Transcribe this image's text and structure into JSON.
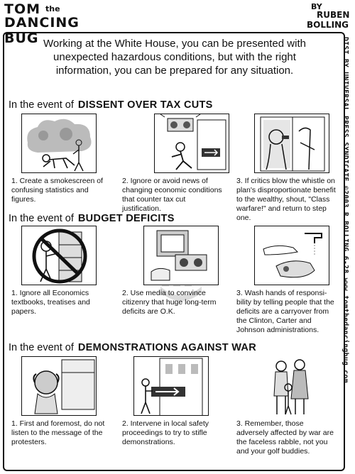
{
  "header": {
    "title_word1": "TOM",
    "title_the": "the",
    "title_word2": "DANCING BUG",
    "byline_by": "BY",
    "byline_first": "RUBEN",
    "byline_last": "BOLLING"
  },
  "credit": "DIST BY UNIVERSAL PRESS SYNDICATE ©2003 R.BOLLING 6-28 www.tomthedancingbug.com",
  "intro": "Working at the White House, you can be presented with unexpected hazardous conditions, but with the right information, you can be prepared for any situation.",
  "sections": [
    {
      "prefix": "In the event of",
      "topic": "DISSENT OVER TAX CUTS",
      "steps": [
        {
          "caption": "1.  Create a smokescreen of confusing statistics and figures.",
          "picture": "person-crawling-under-smoke-icon"
        },
        {
          "caption": "2.  Ignore or avoid news of changing economic conditions that counter tax cut justification.",
          "picture": "person-fleeing-radio-icon"
        },
        {
          "caption": "3.  If critics blow the whistle on plan's disproportionate benefit to the wealthy, shout, \"Class warfare!\" and return to step one.",
          "picture": "man-blowing-whistle-icon"
        }
      ]
    },
    {
      "prefix": "In the event of",
      "topic": "BUDGET DEFICITS",
      "steps": [
        {
          "caption": "1.  Ignore all Economics textbooks, treatises and papers.",
          "picture": "no-bookshelf-icon"
        },
        {
          "caption": "2.  Use media to convince citizenry that huge long-term deficits are O.K.",
          "picture": "tv-radio-phone-icon"
        },
        {
          "caption": "3.  Wash hands of responsi-bility by telling people that the deficits are a carryover from the Clinton, Carter and Johnson administrations.",
          "picture": "washing-hands-icon"
        }
      ]
    },
    {
      "prefix": "In the event of",
      "topic": "DEMONSTRATIONS AGAINST WAR",
      "steps": [
        {
          "caption": "1.  First and foremost, do not listen to the message of the protesters.",
          "picture": "covering-ears-icon"
        },
        {
          "caption": "2.  Intervene in local safety proceedings to try to stifle demonstrations.",
          "picture": "exit-sign-building-icon"
        },
        {
          "caption": "3.  Remember, those adversely affected by war are the faceless rabble, not you and your golf buddies.",
          "picture": "family-group-icon"
        }
      ]
    }
  ]
}
